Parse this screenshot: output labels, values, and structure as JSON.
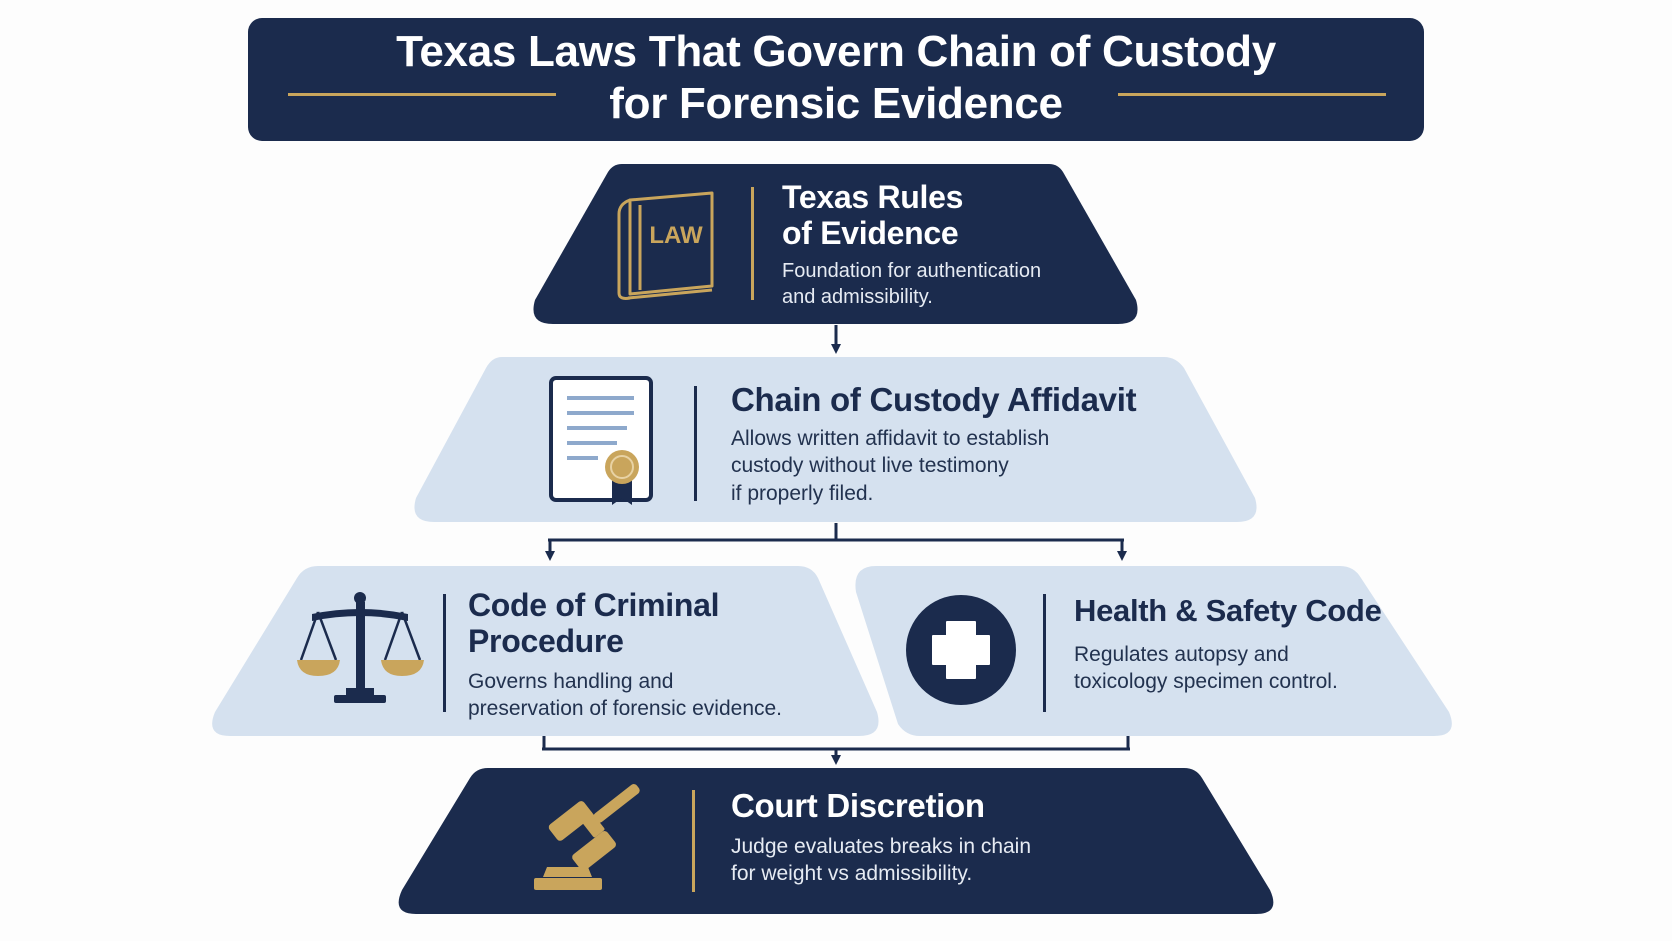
{
  "colors": {
    "navy": "#1b2b4d",
    "light_blue": "#d5e1ef",
    "gold": "#c9a55c",
    "white": "#ffffff"
  },
  "title": {
    "line1": "Texas Laws That Govern Chain of Custody",
    "line2": "for Forensic Evidence"
  },
  "tiers": {
    "rules_of_evidence": {
      "icon": "law-book-icon",
      "title_line1": "Texas Rules",
      "title_line2": "of Evidence",
      "desc_line1": "Foundation for authentication",
      "desc_line2": "and admissibility."
    },
    "affidavit": {
      "icon": "certificate-document-icon",
      "title": "Chain of Custody Affidavit",
      "desc_line1": "Allows written affidavit to establish",
      "desc_line2": "custody without live testimony",
      "desc_line3": "if properly filed."
    },
    "criminal_procedure": {
      "icon": "scales-of-justice-icon",
      "title_line1": "Code of Criminal",
      "title_line2": "Procedure",
      "desc_line1": "Governs handling and",
      "desc_line2": "preservation of forensic evidence."
    },
    "health_safety": {
      "icon": "medical-cross-icon",
      "title": "Health & Safety Code",
      "desc_line1": "Regulates autopsy and",
      "desc_line2": "toxicology specimen control."
    },
    "court_discretion": {
      "icon": "gavel-icon",
      "title": "Court Discretion",
      "desc_line1": "Judge evaluates breaks in chain",
      "desc_line2": "for weight vs admissibility."
    }
  }
}
